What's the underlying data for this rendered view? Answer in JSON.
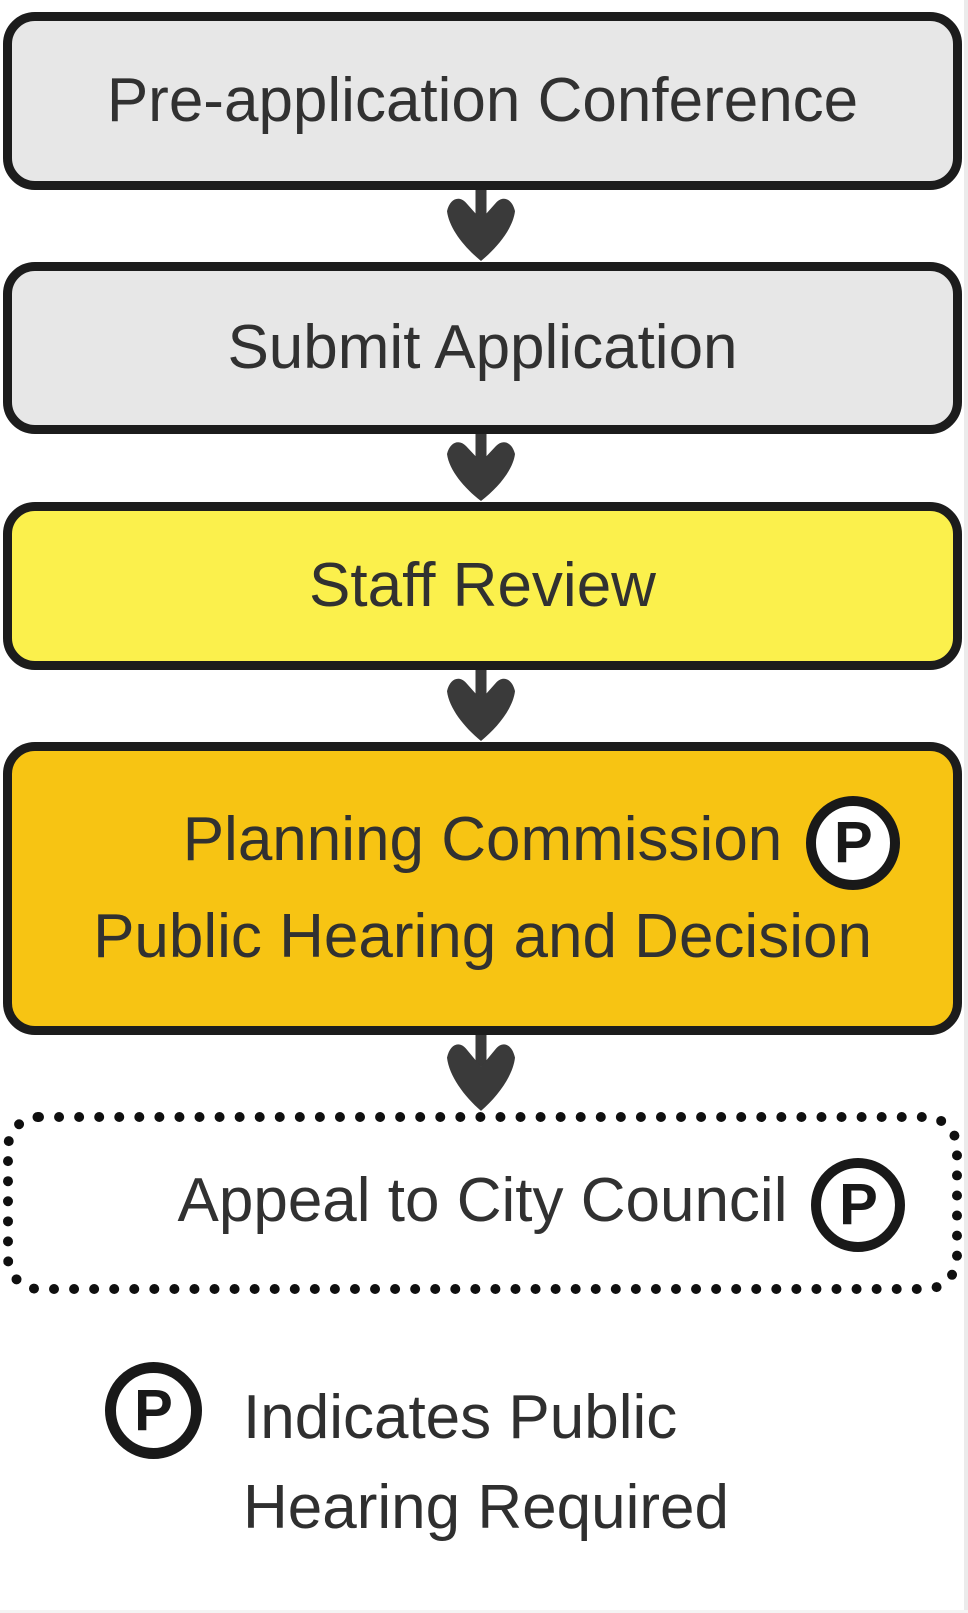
{
  "flowchart": {
    "public_hearing_symbol": "P",
    "steps": [
      {
        "label": "Pre-application Conference",
        "style": "gray",
        "public_hearing": false
      },
      {
        "label": "Submit Application",
        "style": "gray",
        "public_hearing": false
      },
      {
        "label": "Staff Review",
        "style": "yellow",
        "public_hearing": false
      },
      {
        "label_line1": "Planning Commission",
        "label_line2": "Public Hearing and Decision",
        "style": "gold",
        "public_hearing": true
      },
      {
        "label": "Appeal to City Council",
        "style": "dotted-outline",
        "public_hearing": true
      }
    ]
  },
  "legend": {
    "symbol": "P",
    "text_line1": "Indicates Public",
    "text_line2": "Hearing Required"
  },
  "colors": {
    "box_border": "#1c1c1c",
    "gray_fill": "#e7e7e7",
    "yellow_fill": "#fbf04c",
    "gold_fill": "#f7c413",
    "arrow": "#3a3a3a",
    "text": "#313131",
    "icon_fill": "#ffffff",
    "icon_ring": "#191919"
  }
}
